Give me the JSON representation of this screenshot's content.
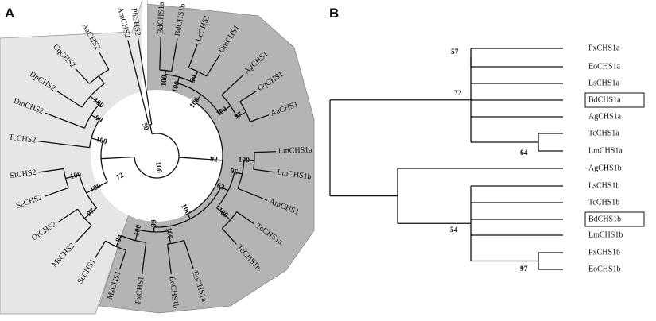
{
  "figure": {
    "panels": [
      {
        "letter": "A"
      },
      {
        "letter": "B"
      }
    ],
    "colors": {
      "clade_chs2": "#e6e6e6",
      "clade_chs1": "#b4b4b4",
      "lines": "#111111"
    }
  },
  "panel_a": {
    "leaves": [
      {
        "label": "AmCHS2"
      },
      {
        "label": "PhCHS2"
      },
      {
        "label": "BdCHS1a"
      },
      {
        "label": "BdCHS1b"
      },
      {
        "label": "LcCHS1"
      },
      {
        "label": "DmCHS1"
      },
      {
        "label": "AgCHS1"
      },
      {
        "label": "CqCHS1"
      },
      {
        "label": "AaCHS1"
      },
      {
        "label": "LmCHS1a"
      },
      {
        "label": "LmCHS1b"
      },
      {
        "label": "AmCHS1"
      },
      {
        "label": "TcCHS1a"
      },
      {
        "label": "TcCHS1b"
      },
      {
        "label": "EoCHS1a"
      },
      {
        "label": "EoCHS1b"
      },
      {
        "label": "PxCHS1"
      },
      {
        "label": "MsCHS1"
      },
      {
        "label": "SeCHS1"
      },
      {
        "label": "MsCHS2"
      },
      {
        "label": "OfCHS2"
      },
      {
        "label": "SeCHS2"
      },
      {
        "label": "SfCHS2"
      },
      {
        "label": "TcCHS2"
      },
      {
        "label": "DmCHS2"
      },
      {
        "label": "DpCHS2"
      },
      {
        "label": "CqCHS2"
      },
      {
        "label": "AaCHS2"
      }
    ],
    "bootstraps": [
      {
        "value": "100"
      },
      {
        "value": "100"
      },
      {
        "value": "59"
      },
      {
        "value": "100"
      },
      {
        "value": "100"
      },
      {
        "value": "97"
      },
      {
        "value": "92"
      },
      {
        "value": "100"
      },
      {
        "value": "96"
      },
      {
        "value": "63"
      },
      {
        "value": "100"
      },
      {
        "value": "100"
      },
      {
        "value": "100"
      },
      {
        "value": "84"
      },
      {
        "value": "99"
      },
      {
        "value": "100"
      },
      {
        "value": "100"
      },
      {
        "value": "72"
      },
      {
        "value": "50"
      },
      {
        "value": "100"
      },
      {
        "value": "100"
      },
      {
        "value": "97"
      },
      {
        "value": "100"
      },
      {
        "value": "99"
      },
      {
        "value": "100"
      }
    ]
  },
  "panel_b": {
    "leaves": [
      {
        "label": "PxCHS1a",
        "boxed": false
      },
      {
        "label": "EoCHS1a",
        "boxed": false
      },
      {
        "label": "LsCHS1a",
        "boxed": false
      },
      {
        "label": "BdCHS1a",
        "boxed": true
      },
      {
        "label": "AgCHS1a",
        "boxed": false
      },
      {
        "label": "TcCHS1a",
        "boxed": false
      },
      {
        "label": "LmCHS1a",
        "boxed": false
      },
      {
        "label": "AgCHS1b",
        "boxed": false
      },
      {
        "label": "LsCHS1b",
        "boxed": false
      },
      {
        "label": "TcCHS1b",
        "boxed": false
      },
      {
        "label": "BdCHS1b",
        "boxed": true
      },
      {
        "label": "LmCHS1b",
        "boxed": false
      },
      {
        "label": "PxCHS1b",
        "boxed": false
      },
      {
        "label": "EoCHS1b",
        "boxed": false
      }
    ],
    "bootstraps": [
      {
        "value": "57"
      },
      {
        "value": "72"
      },
      {
        "value": "64"
      },
      {
        "value": "54"
      },
      {
        "value": "97"
      }
    ]
  }
}
